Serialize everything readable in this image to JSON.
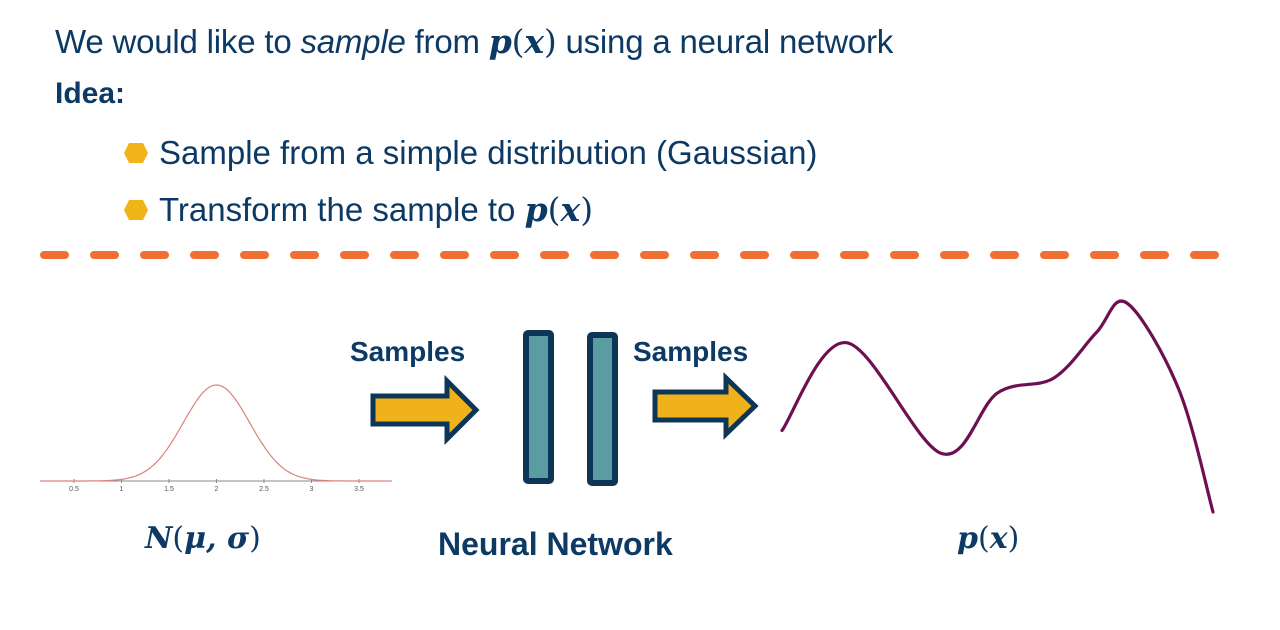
{
  "intro": {
    "before": "We would like to ",
    "emphasis": "sample",
    "middle": " from ",
    "math_fn": "p",
    "math_arg": "x",
    "after": " using a neural network"
  },
  "idea_heading": "Idea:",
  "bullets": [
    {
      "text": "Sample from a simple distribution (Gaussian)"
    },
    {
      "text": "Transform the sample to ",
      "math_fn": "p",
      "math_arg": "x"
    }
  ],
  "diagram": {
    "arrow1_label": "Samples",
    "arrow2_label": "Samples",
    "network_label": "Neural Network",
    "gaussian_label": {
      "fn": "N",
      "args": "μ, σ"
    },
    "target_label": {
      "fn": "p",
      "arg": "x"
    }
  },
  "colors": {
    "text": "#0c3a64",
    "accent_orange": "#f07033",
    "bullet_gold": "#f0b418",
    "arrow_fill": "#efb21a",
    "arrow_stroke": "#0d3557",
    "layer_fill": "#5b9ba2",
    "layer_stroke": "#0d3557",
    "gaussian_curve": "#d9827a",
    "target_curve": "#6e0f52"
  },
  "chart_data": [
    {
      "type": "line",
      "title": "",
      "description": "Gaussian density N(μ, σ)",
      "xlabel": "",
      "ylabel": "",
      "x_ticks": [
        0.5,
        1,
        1.5,
        2,
        2.5,
        3,
        3.5
      ],
      "x_tick_labels": [
        "0.5",
        "1",
        "1.5",
        "2",
        "2.5",
        "3",
        "3.5"
      ],
      "xlim": [
        0.0,
        3.8
      ],
      "mean": 2.0,
      "std": 0.35,
      "grid": false
    },
    {
      "type": "line",
      "description": "Target distribution p(x), bimodal curve (axes unlabeled, relative units)",
      "x": [
        0,
        0.15,
        0.37,
        0.5,
        0.63,
        0.73,
        0.8,
        0.92,
        1.0
      ],
      "y": [
        0.39,
        0.81,
        0.28,
        0.57,
        0.64,
        0.86,
        1.0,
        0.59,
        0.0
      ]
    }
  ]
}
